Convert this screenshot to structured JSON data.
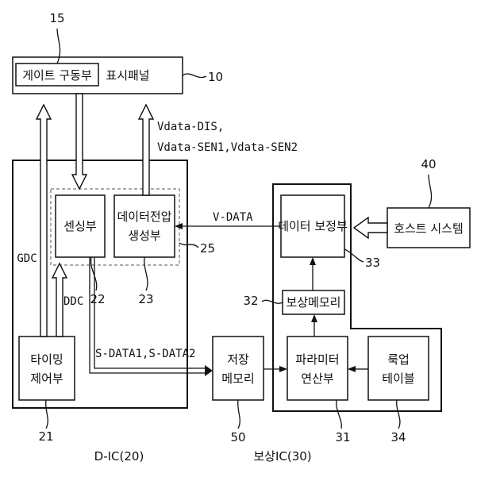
{
  "panel": {
    "gate_driver": "게이트 구동부",
    "label": "표시패널",
    "ref_gate": "15",
    "ref_panel": "10"
  },
  "signals": {
    "vdata_line1": "Vdata-DIS,",
    "vdata_line2": "Vdata-SEN1,Vdata-SEN2",
    "gdc": "GDC",
    "ddc": "DDC",
    "vdata": "V-DATA",
    "sdata": "S-DATA1,S-DATA2"
  },
  "dic": {
    "sensing": "센싱부",
    "dv_gen_line1": "데이터전압",
    "dv_gen_line2": "생성부",
    "timing_line1": "타이밍",
    "timing_line2": "제어부",
    "label": "D-IC(20)",
    "ref_sensing": "22",
    "ref_gen": "23",
    "ref_group": "25",
    "ref_timing": "21"
  },
  "storage": {
    "line1": "저장",
    "line2": "메모리",
    "ref": "50"
  },
  "comp_ic": {
    "data_comp": "데이터 보정부",
    "comp_mem": "보상메모리",
    "param_line1": "파라미터",
    "param_line2": "연산부",
    "lut_line1": "룩업",
    "lut_line2": "테이블",
    "label": "보상IC(30)",
    "ref_data_comp": "33",
    "ref_comp_mem": "32",
    "ref_param": "31",
    "ref_lut": "34"
  },
  "host": {
    "label": "호스트 시스템",
    "ref": "40"
  }
}
